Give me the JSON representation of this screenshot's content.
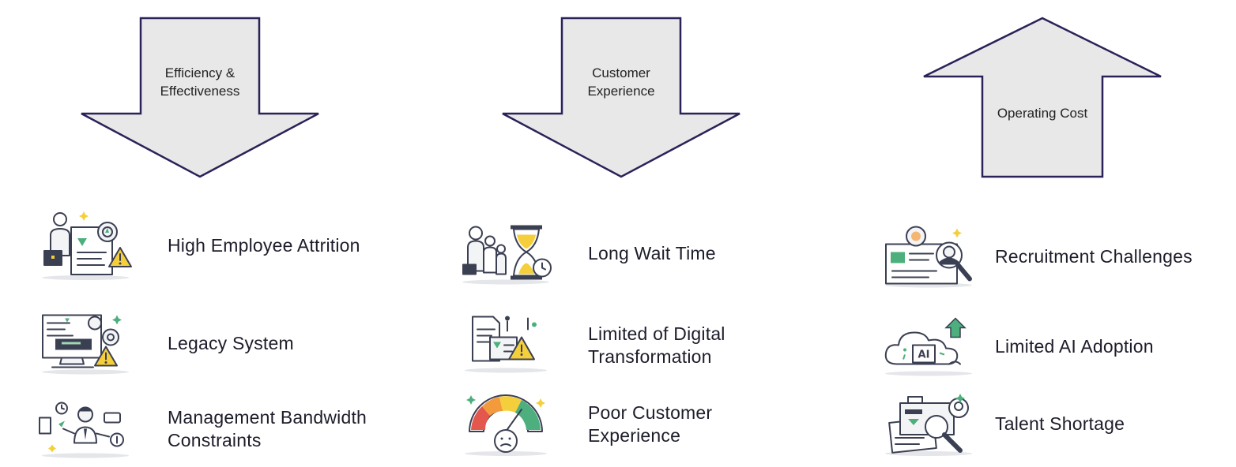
{
  "columns": [
    {
      "arrow": {
        "direction": "down",
        "label": "Efficiency &\nEffectiveness"
      },
      "items": [
        {
          "label": "High Employee Attrition",
          "icon": "employee-leaving-icon"
        },
        {
          "label": "Legacy System",
          "icon": "legacy-computer-warning-icon"
        },
        {
          "label": "Management Bandwidth\nConstraints",
          "icon": "overloaded-manager-icon"
        }
      ]
    },
    {
      "arrow": {
        "direction": "down",
        "label": "Customer\nExperience"
      },
      "items": [
        {
          "label": "Long Wait Time",
          "icon": "hourglass-queue-icon"
        },
        {
          "label": "Limited of Digital\nTransformation",
          "icon": "paper-documents-warning-icon"
        },
        {
          "label": "Poor Customer\nExperience",
          "icon": "unhappy-gauge-icon"
        }
      ]
    },
    {
      "arrow": {
        "direction": "up",
        "label": "Operating Cost"
      },
      "items": [
        {
          "label": "Recruitment Challenges",
          "icon": "candidate-search-icon"
        },
        {
          "label": "Limited AI Adoption",
          "icon": "ai-cloud-icon"
        },
        {
          "label": "Talent Shortage",
          "icon": "talent-search-icon"
        }
      ]
    }
  ],
  "colors": {
    "arrow_fill": "#e8e8e8",
    "arrow_stroke": "#2a2259",
    "warning": "#f5cf3b",
    "accent_green": "#4caf7d"
  }
}
